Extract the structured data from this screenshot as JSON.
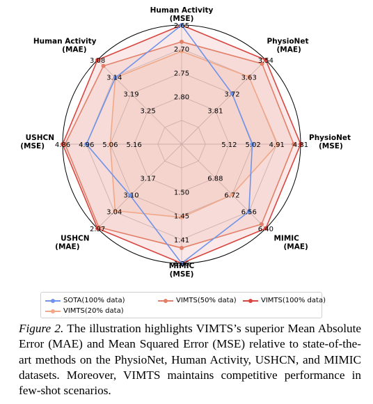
{
  "chart_data": {
    "type": "radar",
    "axes": [
      {
        "label_line1": "Human Activity",
        "label_line2": "(MSE)",
        "ticks": [
          "2.65",
          "2.70",
          "2.75",
          "2.80"
        ],
        "tick_min": 2.65,
        "tick_max": 2.8
      },
      {
        "label_line1": "PhysioNet",
        "label_line2": "(MAE)",
        "ticks": [
          "3.54",
          "3.63",
          "3.72",
          "3.81"
        ],
        "tick_min": 3.54,
        "tick_max": 3.81
      },
      {
        "label_line1": "PhysioNet",
        "label_line2": "(MSE)",
        "ticks": [
          "4.81",
          "4.91",
          "5.02",
          "5.12"
        ],
        "tick_min": 4.81,
        "tick_max": 5.12
      },
      {
        "label_line1": "MIMIC",
        "label_line2": "(MAE)",
        "ticks": [
          "6.40",
          "6.56",
          "6.72",
          "6.88"
        ],
        "tick_min": 6.4,
        "tick_max": 6.88
      },
      {
        "label_line1": "MIMIC",
        "label_line2": "(MSE)",
        "ticks": [
          "1.36",
          "1.41",
          "1.45",
          "1.50"
        ],
        "tick_min": 1.36,
        "tick_max": 1.5
      },
      {
        "label_line1": "USHCN",
        "label_line2": "(MAE)",
        "ticks": [
          "2.97",
          "3.04",
          "3.10",
          "3.17"
        ],
        "tick_min": 2.97,
        "tick_max": 3.17
      },
      {
        "label_line1": "USHCN",
        "label_line2": "(MSE)",
        "ticks": [
          "4.86",
          "4.96",
          "5.06",
          "5.16"
        ],
        "tick_min": 4.86,
        "tick_max": 5.16
      },
      {
        "label_line1": "Human Activity",
        "label_line2": "(MAE)",
        "ticks": [
          "3.08",
          "3.14",
          "3.19",
          "3.25"
        ],
        "tick_min": 3.08,
        "tick_max": 3.25
      }
    ],
    "series": [
      {
        "name": "SOTA(100% data)",
        "color": "#6f93e8",
        "fill": false,
        "values": [
          2.65,
          3.72,
          5.02,
          6.56,
          1.36,
          3.1,
          4.96,
          3.14
        ]
      },
      {
        "name": "VIMTS(20% data)",
        "color": "#f0a888",
        "fill": true,
        "values": [
          2.705,
          3.63,
          4.91,
          6.72,
          1.45,
          3.04,
          5.06,
          3.14
        ]
      },
      {
        "name": "VIMTS(50% data)",
        "color": "#e27f68",
        "fill": true,
        "values": [
          2.685,
          3.56,
          4.84,
          6.44,
          1.39,
          2.975,
          4.87,
          3.1
        ]
      },
      {
        "name": "VIMTS(100% data)",
        "color": "#d8463f",
        "fill": true,
        "values": [
          2.65,
          3.54,
          4.81,
          6.4,
          1.36,
          2.97,
          4.86,
          3.08
        ]
      }
    ],
    "grid": true,
    "legend_position": "bottom"
  },
  "legend": {
    "item1": "SOTA(100% data)",
    "item2": "VIMTS(50% data)",
    "item3": "VIMTS(100% data)",
    "item4": "VIMTS(20% data)"
  },
  "caption": {
    "label": "Figure 2.",
    "text": " The illustration highlights VIMTS’s superior Mean Absolute Error (MAE) and Mean Squared Error (MSE) relative to state-of-the-art methods on the PhysioNet, Human Activity, USHCN, and MIMIC datasets. Moreover, VIMTS maintains competitive performance in few-shot scenarios."
  }
}
